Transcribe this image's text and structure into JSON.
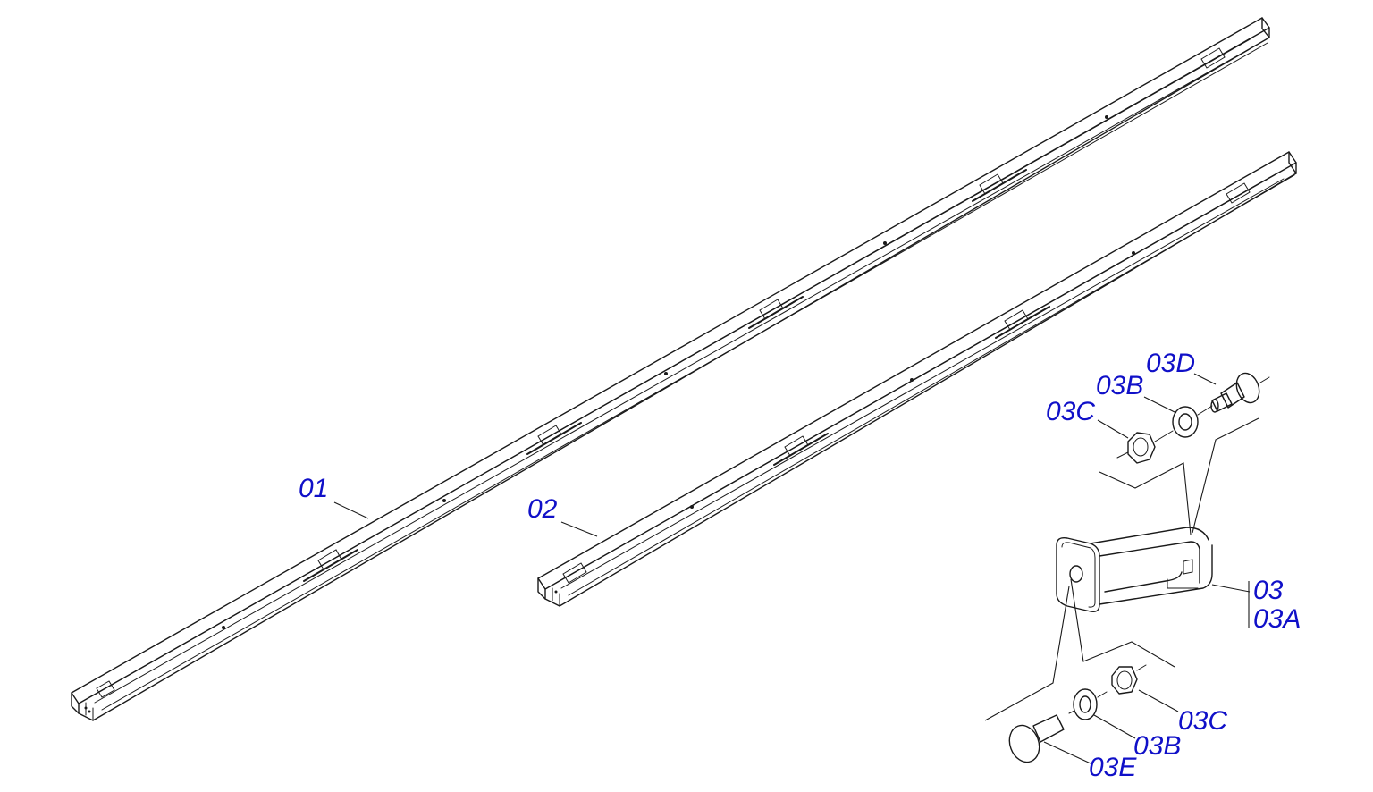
{
  "diagram": {
    "type": "exploded-parts-drawing",
    "label_color": "#1010c8",
    "line_color": "#1a1a1a",
    "labels": {
      "rail_long": "01",
      "rail_short": "02",
      "bracket": "03",
      "bracket_sub": "03A",
      "bolt_top": "03D",
      "washer_top": "03B",
      "nut_top": "03C",
      "nut_bottom": "03C",
      "washer_bottom": "03B",
      "bolt_bottom": "03E"
    }
  }
}
